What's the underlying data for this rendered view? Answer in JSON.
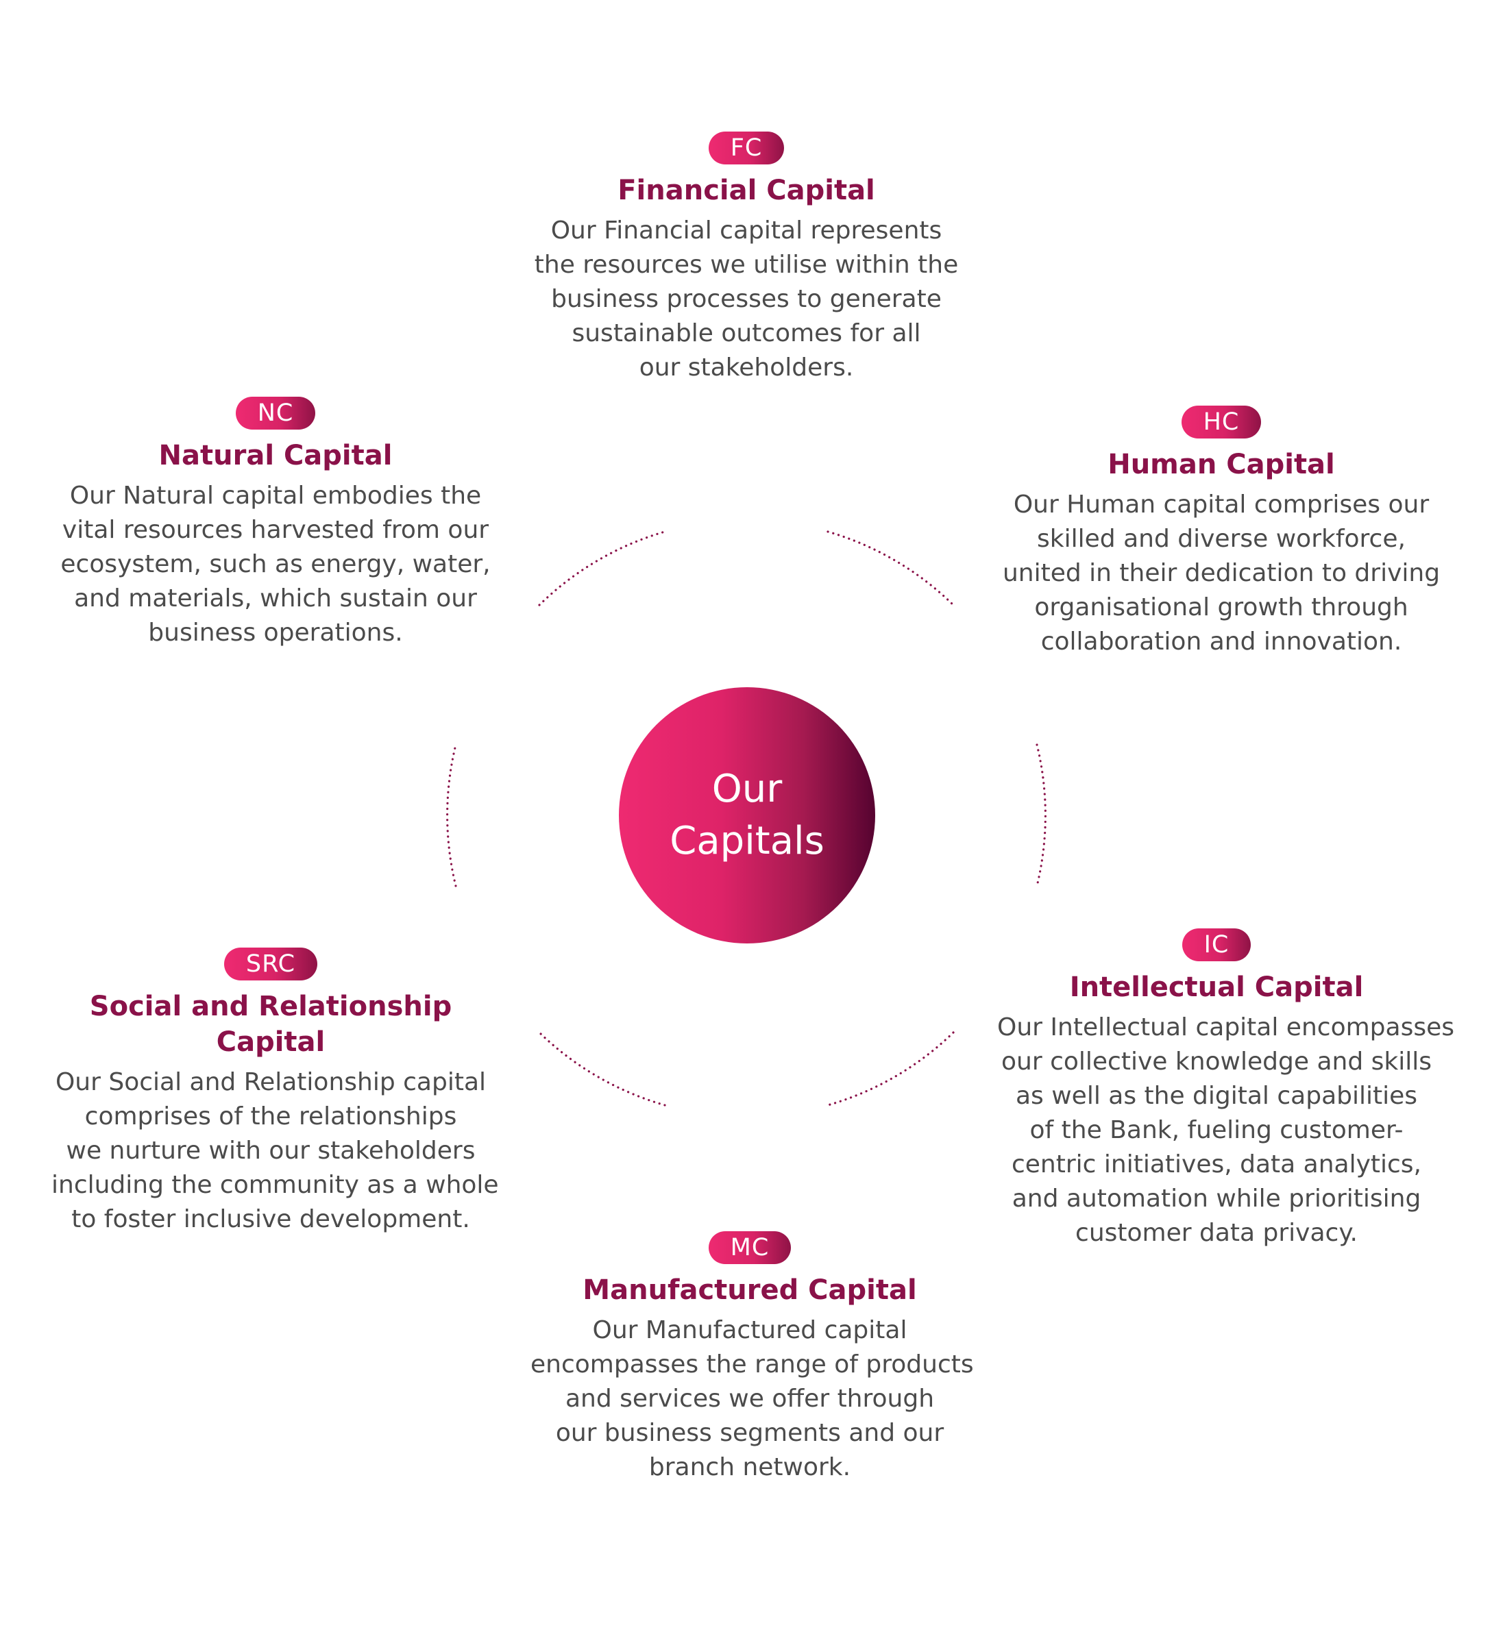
{
  "center": {
    "lines": [
      "Our",
      "Capitals"
    ]
  },
  "colors": {
    "accent": "#8a1249",
    "gradient_start": "#ee2a71",
    "gradient_end": "#560330",
    "text": "#4b4b4b"
  },
  "capitals": {
    "fc": {
      "code": "FC",
      "title": "Financial Capital",
      "lines": [
        "Our Financial capital represents",
        "the resources we utilise within the",
        "business processes to generate",
        "sustainable outcomes for all",
        "our stakeholders."
      ]
    },
    "hc": {
      "code": "HC",
      "title": "Human Capital",
      "lines": [
        "Our Human capital comprises our",
        "skilled and diverse workforce,",
        "united in their dedication to driving",
        "organisational growth through",
        "collaboration and innovation."
      ]
    },
    "ic": {
      "code": "IC",
      "title": "Intellectual Capital",
      "lines": [
        "Our Intellectual capital encompasses",
        "our collective knowledge and skills",
        "as well as the digital capabilities",
        "of the Bank, fueling customer-",
        "centric initiatives, data analytics,",
        "and automation while prioritising",
        "customer data privacy."
      ]
    },
    "mc": {
      "code": "MC",
      "title": "Manufactured Capital",
      "lines": [
        "Our Manufactured capital",
        "encompasses the range of products",
        "and services we offer through",
        "our business segments and our",
        "branch network."
      ]
    },
    "src": {
      "code": "SRC",
      "title": "Social and Relationship Capital",
      "lines": [
        "Our Social and Relationship capital",
        "comprises of the relationships",
        "we nurture with our stakeholders",
        "including the community as a whole",
        "to foster inclusive development."
      ]
    },
    "nc": {
      "code": "NC",
      "title": "Natural Capital",
      "lines": [
        "Our Natural capital embodies the",
        "vital resources harvested from our",
        "ecosystem, such as energy, water,",
        "and materials, which sustain our",
        "business operations."
      ]
    }
  }
}
